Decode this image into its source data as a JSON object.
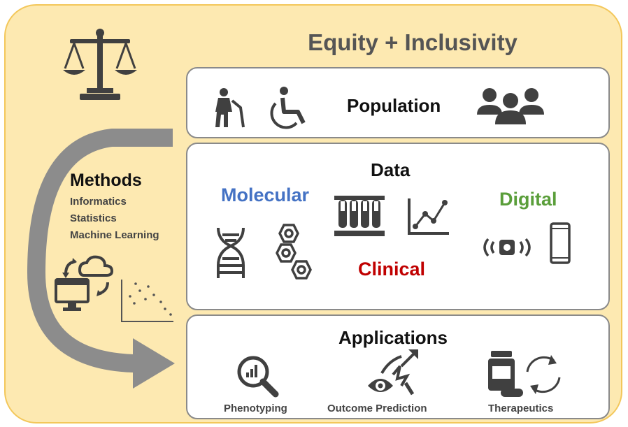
{
  "title": "Equity + Inclusivity",
  "methods": {
    "heading": "Methods",
    "items": [
      "Informatics",
      "Statistics",
      "Machine Learning"
    ]
  },
  "population": {
    "label": "Population",
    "icons": [
      "elderly-person-icon",
      "wheelchair-user-icon",
      "group-of-people-icon"
    ]
  },
  "data": {
    "heading": "Data",
    "molecular": "Molecular",
    "clinical": "Clinical",
    "digital": "Digital",
    "icons": [
      "dna-icon",
      "molecule-icon",
      "test-tubes-icon",
      "line-chart-icon",
      "wearable-sensor-icon",
      "smartphone-icon"
    ]
  },
  "applications": {
    "heading": "Applications",
    "items": [
      "Phenotyping",
      "Outcome Prediction",
      "Therapeutics"
    ]
  },
  "colors": {
    "background": "#fde9b1",
    "border": "#f3c75a",
    "molecular": "#4472c4",
    "clinical": "#c00000",
    "digital": "#5a9e3a",
    "arrow": "#8c8c8c",
    "icon": "#404040"
  }
}
